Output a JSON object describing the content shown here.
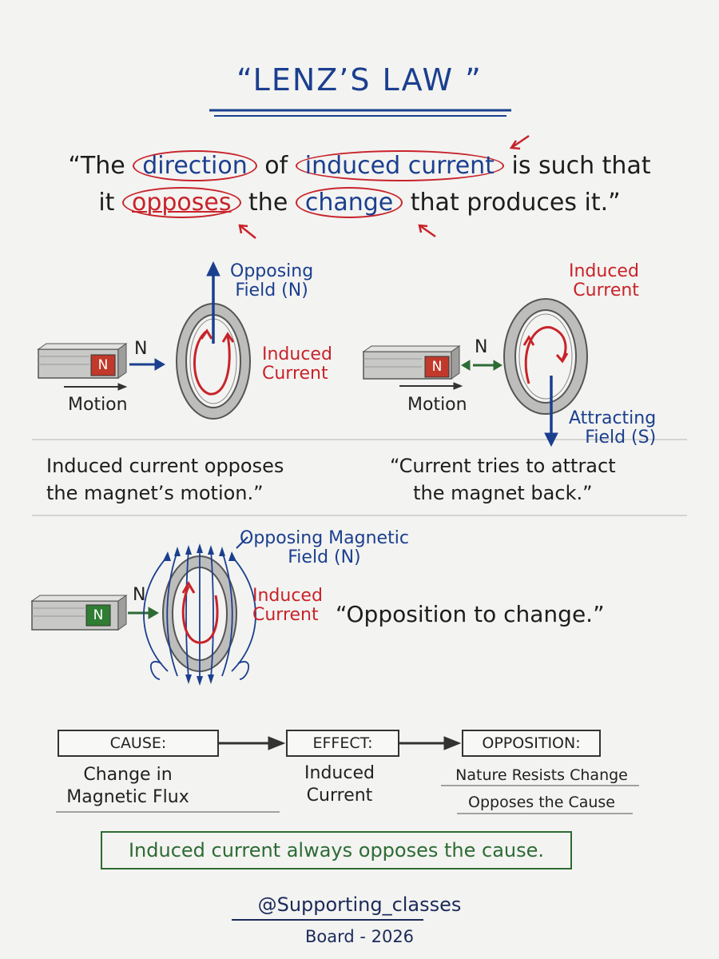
{
  "title": "“LENZ’S LAW ”",
  "definition": {
    "line1_pre": "“The",
    "word_direction": "direction",
    "line1_mid": "of",
    "word_induced_current": "induced current",
    "line1_post": "is such that",
    "line2_pre": "it",
    "word_opposes": "opposes",
    "line2_mid": "the",
    "word_change": "change",
    "line2_post": "that produces it.”"
  },
  "panel_left": {
    "field_label": "Opposing\nField (N)",
    "current_label": "Induced\nCurrent",
    "pole": "N",
    "pole_letter": "N",
    "motion": "Motion",
    "caption": "Induced current opposes\nthe magnet’s motion.”"
  },
  "panel_right": {
    "current_label": "Induced\nCurrent",
    "field_label": "Attracting\nField (S)",
    "pole": "N",
    "pole_letter": "N",
    "motion": "Motion",
    "caption": "“Current tries to attract\nthe magnet back.”"
  },
  "panel_bottom": {
    "field_label": "Opposing Magnetic\nField (N)",
    "current_label": "Induced\nCurrent",
    "pole": "N",
    "pole_letter": "N",
    "quote": "“Opposition to change.”"
  },
  "flow": {
    "cause_label": "CAUSE:",
    "cause_text": "Change in\nMagnetic Flux",
    "effect_label": "EFFECT:",
    "effect_text": "Induced\nCurrent",
    "opposition_label": "OPPOSITION:",
    "opposition_line1": "Nature Resists Change",
    "opposition_line2": "Opposes the Cause"
  },
  "summary": "Induced current always opposes the cause.",
  "footer": {
    "handle": "@Supporting_classes",
    "board": "Board - 2026"
  },
  "colors": {
    "blue": "#1b3f8f",
    "red": "#c8232a",
    "green": "#2d6b34",
    "magnet_red": "#c0392b",
    "magnet_green": "#2e7d32"
  }
}
